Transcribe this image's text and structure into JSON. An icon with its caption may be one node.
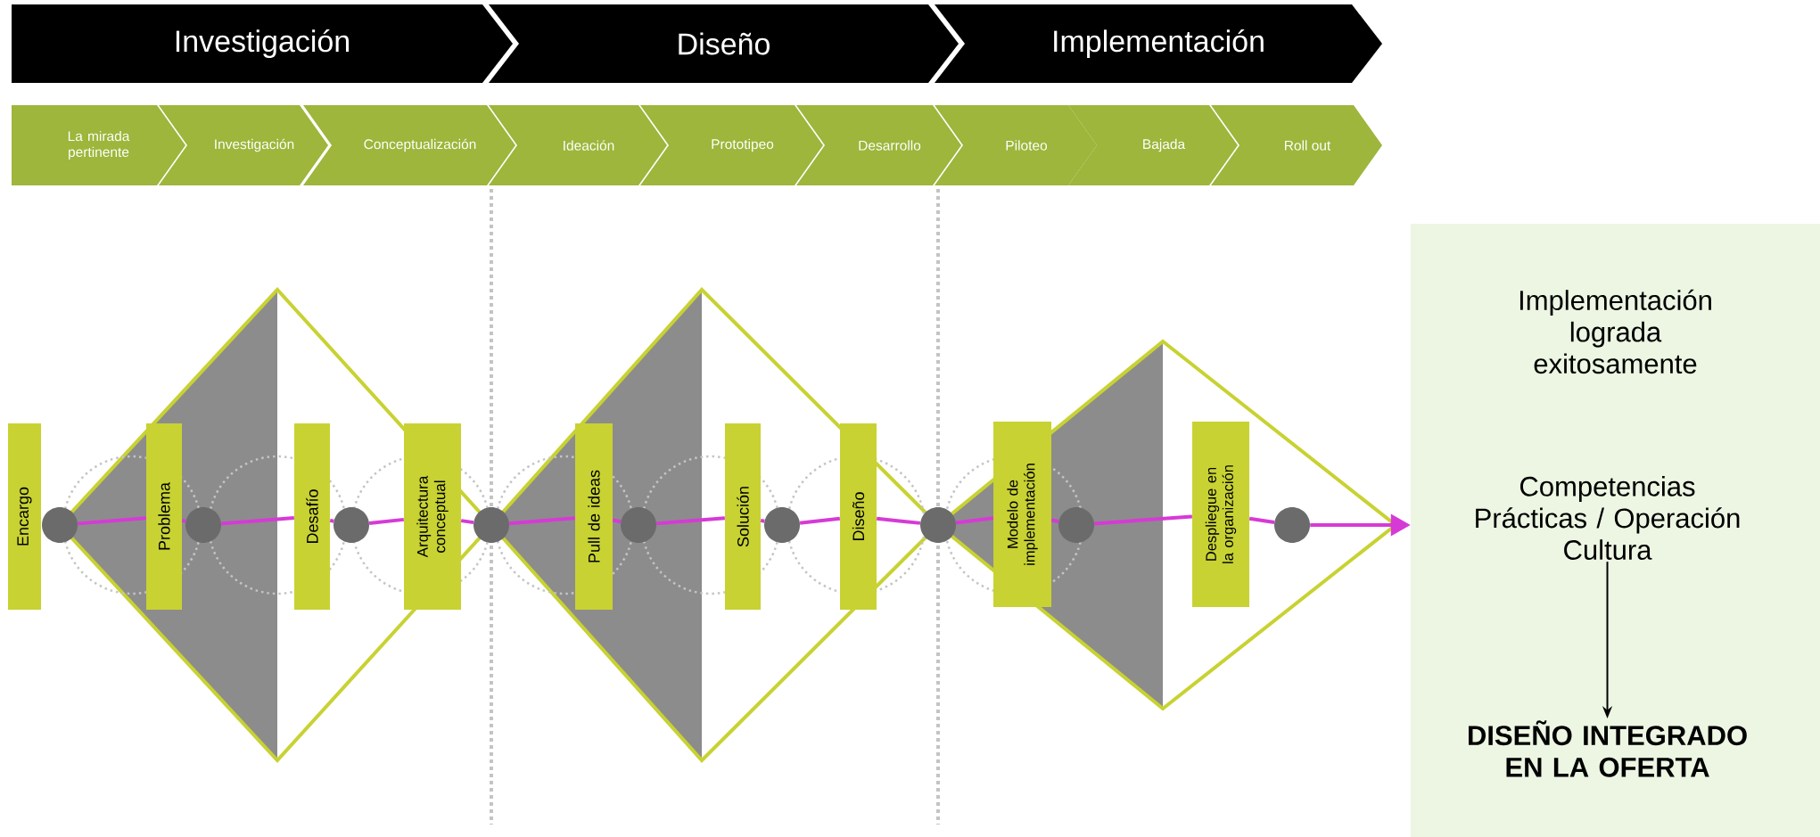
{
  "diagram": {
    "nodes": [
      {
        "text": [
          "Investigación"
        ]
      },
      {
        "text": [
          "Diseño"
        ]
      },
      {
        "text": [
          "Implementación"
        ]
      },
      {
        "text": [
          "La mirada pertinente"
        ]
      },
      {
        "text": [
          "Investigación"
        ]
      },
      {
        "text": [
          "Conceptualización"
        ]
      },
      {
        "text": [
          "Ideación"
        ]
      },
      {
        "text": [
          "Prototipeo"
        ]
      },
      {
        "text": [
          "Desarrollo"
        ]
      },
      {
        "text": [
          "Piloteo"
        ]
      },
      {
        "text": [
          "Bajada"
        ]
      },
      {
        "text": [
          "Roll out"
        ]
      },
      {
        "text": [
          "Encargo"
        ]
      },
      {
        "text": [
          "Problema"
        ]
      },
      {
        "text": [
          "Desafío"
        ]
      },
      {
        "text": [
          "Arquitectura conceptual"
        ]
      },
      {
        "text": [
          "Pull de ideas"
        ]
      },
      {
        "text": [
          "Solución"
        ]
      },
      {
        "text": [
          "Diseño"
        ]
      },
      {
        "text": [
          "Modelo de implementación"
        ]
      },
      {
        "text": [
          "Despliegue en la organización"
        ]
      },
      {
        "text": [],
        "shape": "circle"
      },
      {
        "text": [],
        "shape": "circle"
      },
      {
        "text": [],
        "shape": "circle"
      },
      {
        "text": [],
        "shape": "circle"
      },
      {
        "text": [],
        "shape": "circle"
      },
      {
        "text": [],
        "shape": "circle"
      },
      {
        "text": [],
        "shape": "circle"
      },
      {
        "text": [],
        "shape": "circle"
      },
      {
        "text": [],
        "shape": "circle"
      },
      {
        "text": [
          "Implementación lograda exitosamente"
        ]
      },
      {
        "text": [
          "Competencias",
          "Prácticas / Operación",
          "Cultura"
        ],
        "in": 30
      },
      {
        "text": [
          "DISEÑO INTEGRADO EN LA OFERTA"
        ],
        "in": 30
      }
    ],
    "edges": [
      {
        "from": 21,
        "to": 13,
        "arrow": "none"
      },
      {
        "from": 13,
        "to": 22,
        "arrow": "none"
      },
      {
        "from": 22,
        "to": 14,
        "arrow": "none"
      },
      {
        "from": 14,
        "to": 23,
        "arrow": "none"
      },
      {
        "from": 23,
        "to": 15,
        "arrow": "none"
      },
      {
        "from": 15,
        "to": 24,
        "arrow": "none"
      },
      {
        "from": 24,
        "to": 16,
        "arrow": "none"
      },
      {
        "from": 16,
        "to": 25,
        "arrow": "none"
      },
      {
        "from": 25,
        "to": 17,
        "arrow": "none"
      },
      {
        "from": 17,
        "to": 26,
        "arrow": "none"
      },
      {
        "from": 26,
        "to": 18,
        "arrow": "none"
      },
      {
        "from": 18,
        "to": 27,
        "arrow": "none"
      },
      {
        "from": 27,
        "to": 19,
        "arrow": "none"
      },
      {
        "from": 19,
        "to": 28,
        "arrow": "none"
      },
      {
        "from": 28,
        "to": 20,
        "arrow": "none"
      },
      {
        "from": 20,
        "to": 29,
        "arrow": "none"
      },
      {
        "from": 29,
        "to": 30,
        "arrow": "to"
      },
      {
        "from": 31,
        "to": 32,
        "arrow": "to",
        "color": "#000000"
      }
    ]
  }
}
